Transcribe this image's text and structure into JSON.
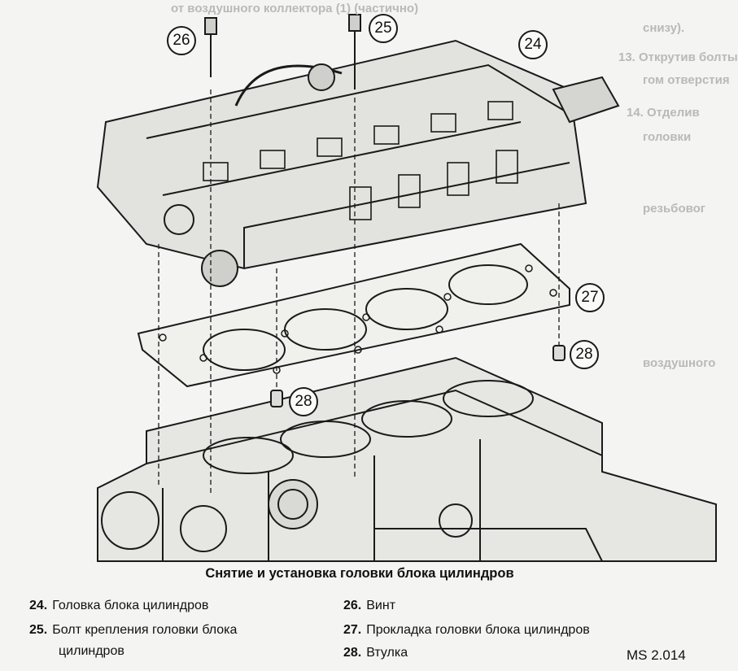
{
  "callouts": [
    {
      "id": "c24",
      "number": "24"
    },
    {
      "id": "c25",
      "number": "25"
    },
    {
      "id": "c26",
      "number": "26"
    },
    {
      "id": "c27",
      "number": "27"
    },
    {
      "id": "c28a",
      "number": "28"
    },
    {
      "id": "c28b",
      "number": "28"
    }
  ],
  "caption": {
    "title": "Снятие и установка головки блока цилиндров",
    "items": [
      {
        "number": "24.",
        "text": "Головка блока цилиндров"
      },
      {
        "number": "25.",
        "text": "Болт крепления головки блока",
        "continuation": "цилиндров"
      },
      {
        "number": "26.",
        "text": "Винт"
      },
      {
        "number": "27.",
        "text": "Прокладка головки блока цилиндров"
      },
      {
        "number": "28.",
        "text": "Втулка"
      }
    ],
    "figure_code": "MS 2.014"
  },
  "background_text": [
    "от воздушного коллектора (1) (частично)",
    "снизу).",
    "13. Открутив болты",
    "гом отверстия",
    "14. Отделив",
    "головки",
    "резьбовог",
    "воздушного"
  ],
  "colors": {
    "ink": "#1a1a1a",
    "paper": "#f4f4f2",
    "ghost_text": "#b9b9b6"
  }
}
